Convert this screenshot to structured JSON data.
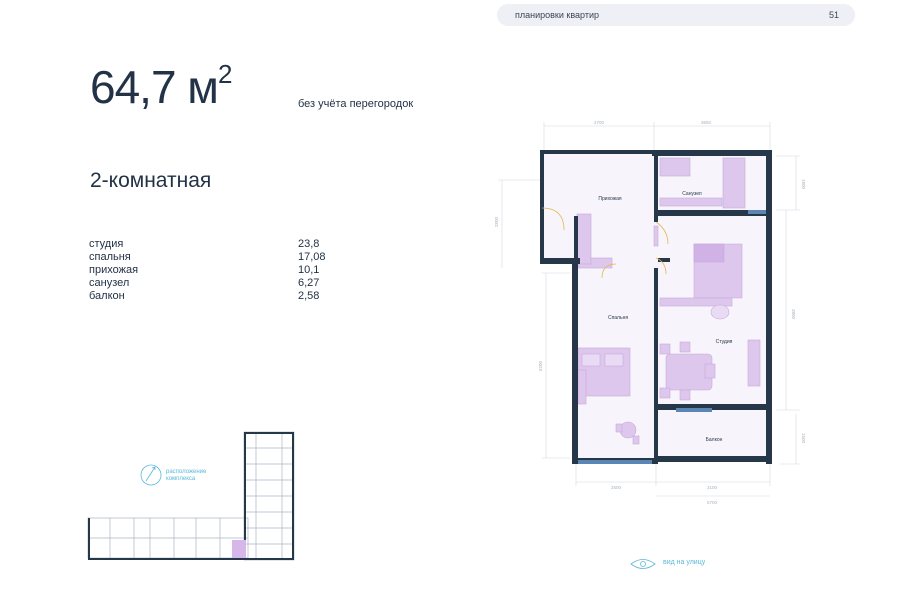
{
  "header": {
    "section": "планировки квартир",
    "page_number": "51"
  },
  "apartment": {
    "area": "64,7 м",
    "area_superscript": "2",
    "area_note": "без учёта перегородок",
    "type": "2-комнатная"
  },
  "rooms": [
    {
      "name": "студия",
      "value": "23,8"
    },
    {
      "name": "спальня",
      "value": "17,08"
    },
    {
      "name": "прихожая",
      "value": "10,1"
    },
    {
      "name": "санузел",
      "value": "6,27"
    },
    {
      "name": "балкон",
      "value": "2,58"
    }
  ],
  "plan": {
    "labels": {
      "hall": "Прихожая",
      "bathroom": "Санузел",
      "bedroom": "Спальня",
      "studio": "Студия",
      "balcony": "Балкон"
    },
    "dimensions": {
      "top_left": "2700",
      "top_right": "3650",
      "left_upper": "2800",
      "left_main": "6200",
      "right_bath": "1800",
      "right_main": "3800",
      "right_balcony": "1500",
      "bottom_left": "2500",
      "bottom_right": "3100",
      "bottom_total": "5700"
    },
    "colors": {
      "wall": "#27374a",
      "fill": "#f7f4fb",
      "furniture": "#ddc7ec",
      "window": "#5b86b3"
    }
  },
  "site": {
    "label_line1": "расположение",
    "label_line2": "комплекса"
  },
  "view": {
    "label": "вид на улицу"
  }
}
